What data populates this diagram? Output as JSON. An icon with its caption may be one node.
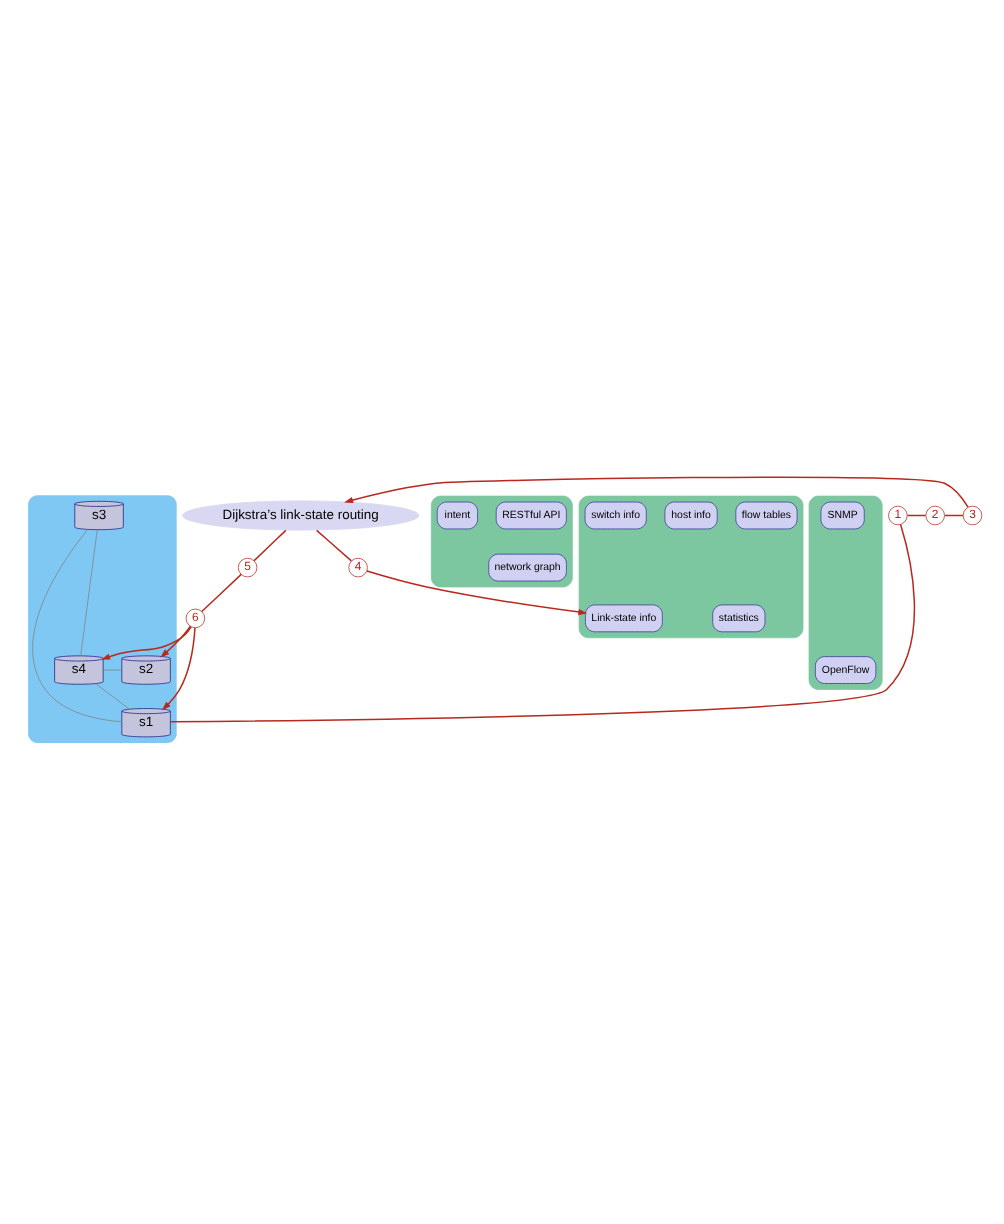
{
  "diagram": {
    "nodes": [
      {
        "text": [
          "Dijkstra’s link-state routing"
        ]
      },
      {
        "text": [
          "4"
        ]
      },
      {
        "text": [
          "5"
        ]
      },
      {
        "text": [],
        "shape": "box"
      },
      {
        "text": [
          "network graph"
        ],
        "in": 3
      },
      {
        "text": [
          "RESTful API"
        ],
        "in": 3
      },
      {
        "text": [
          "intent"
        ],
        "in": 3
      },
      {
        "text": [
          "3"
        ]
      },
      {
        "text": [],
        "shape": "box"
      },
      {
        "text": [
          "statistics"
        ],
        "in": 8
      },
      {
        "text": [
          "flow tables"
        ],
        "in": 8
      },
      {
        "text": [
          "Link-state info"
        ],
        "in": 8
      },
      {
        "text": [
          "host info"
        ],
        "in": 8
      },
      {
        "text": [
          "switch info"
        ],
        "in": 8
      },
      {
        "text": [
          "2"
        ]
      },
      {
        "text": [],
        "shape": "box"
      },
      {
        "text": [
          "OpenFlow"
        ],
        "in": 15
      },
      {
        "text": [
          "SNMP"
        ],
        "in": 15
      },
      {
        "text": [
          "1"
        ]
      },
      {
        "text": [
          "6"
        ]
      },
      {
        "text": [],
        "shape": "cloud"
      },
      {
        "text": [
          "s1"
        ],
        "in": 20
      },
      {
        "text": [
          "s2"
        ],
        "in": 20
      },
      {
        "text": [
          "s3"
        ],
        "in": 20
      },
      {
        "text": [
          "s4"
        ],
        "in": 20
      }
    ],
    "edges": [
      {
        "from": 21,
        "to": 18,
        "arrow": "none"
      },
      {
        "from": 18,
        "to": 14,
        "arrow": "none"
      },
      {
        "from": 14,
        "to": 7,
        "arrow": "none"
      },
      {
        "from": 7,
        "to": 0,
        "arrow": "to"
      },
      {
        "from": 0,
        "to": 1,
        "arrow": "none"
      },
      {
        "from": 1,
        "to": 11,
        "arrow": "to"
      },
      {
        "from": 0,
        "to": 2,
        "arrow": "none"
      },
      {
        "from": 2,
        "to": 19,
        "arrow": "none"
      },
      {
        "from": 19,
        "to": 21,
        "arrow": "to"
      },
      {
        "from": 19,
        "to": 22,
        "arrow": "to"
      },
      {
        "from": 19,
        "to": 24,
        "arrow": "to"
      },
      {
        "from": 21,
        "to": 24,
        "arrow": "none",
        "color": "#808080"
      },
      {
        "from": 21,
        "to": 23,
        "arrow": "none",
        "color": "#808080"
      },
      {
        "from": 23,
        "to": 24,
        "arrow": "none",
        "color": "#808080"
      },
      {
        "from": 22,
        "to": 24,
        "arrow": "none",
        "color": "#808080"
      }
    ]
  }
}
